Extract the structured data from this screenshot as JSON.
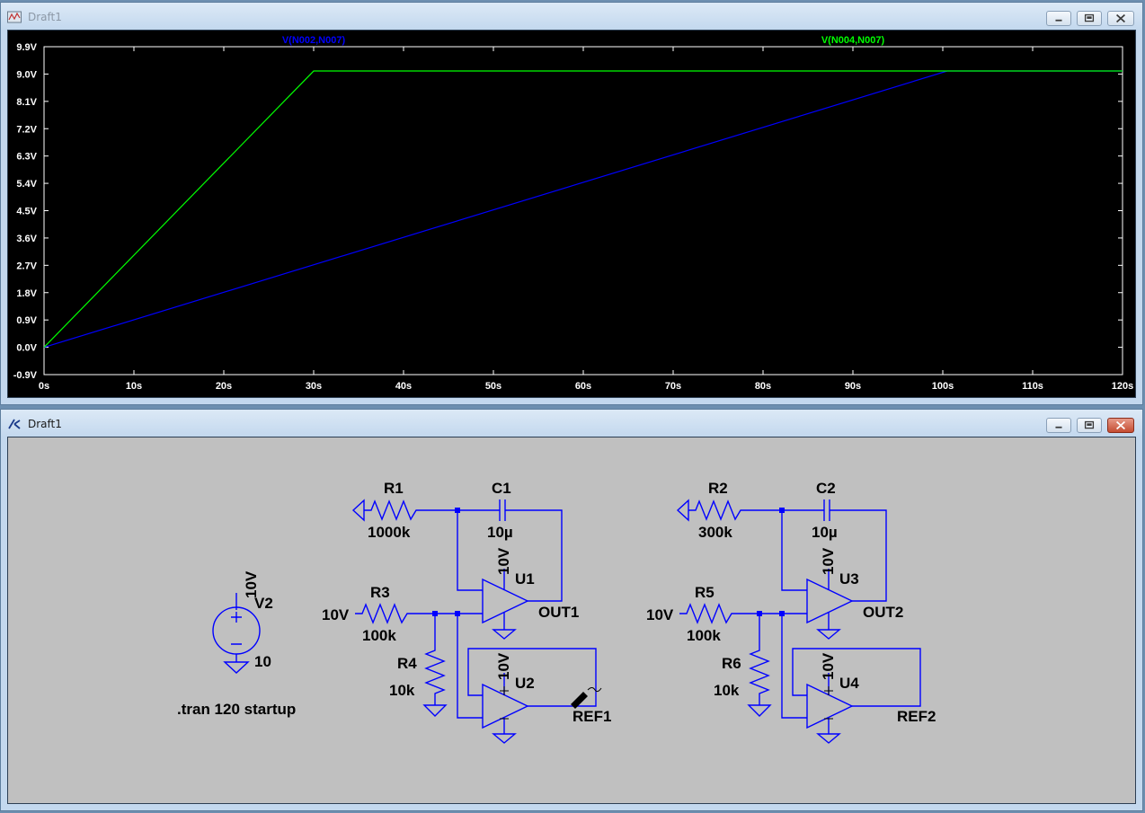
{
  "plot_window": {
    "title": "Draft1",
    "minimize_icon": "minimize-icon",
    "maximize_icon": "restore-icon",
    "close_icon": "close-icon"
  },
  "schematic_window": {
    "title": "Draft1",
    "minimize_icon": "minimize-icon",
    "maximize_icon": "restore-icon",
    "close_icon": "close-icon"
  },
  "colors": {
    "trace_blue": "#0000ff",
    "trace_green": "#00ff00",
    "plot_bg": "#000000",
    "axis_text": "#ffffff",
    "wire": "#0000ff",
    "schematic_bg": "#c0c0c0"
  },
  "chart_data": {
    "type": "line",
    "xlabel": "",
    "ylabel": "",
    "xlim": [
      0,
      120
    ],
    "ylim": [
      -0.9,
      9.9
    ],
    "x_ticks": [
      "0s",
      "10s",
      "20s",
      "30s",
      "40s",
      "50s",
      "60s",
      "70s",
      "80s",
      "90s",
      "100s",
      "110s",
      "120s"
    ],
    "y_ticks": [
      "9.9V",
      "9.0V",
      "8.1V",
      "7.2V",
      "6.3V",
      "5.4V",
      "4.5V",
      "3.6V",
      "2.7V",
      "1.8V",
      "0.9V",
      "0.0V",
      "-0.9V"
    ],
    "series": [
      {
        "name": "V(N002,N007)",
        "color": "#0000ff",
        "x": [
          0,
          100.5,
          120
        ],
        "y": [
          0,
          9.1,
          9.1
        ]
      },
      {
        "name": "V(N004,N007)",
        "color": "#00ff00",
        "x": [
          0,
          30,
          120
        ],
        "y": [
          0,
          9.1,
          9.1
        ]
      }
    ]
  },
  "schematic": {
    "source": {
      "name": "V2",
      "value": "10",
      "net": "10V"
    },
    "directive": ".tran 120 startup",
    "left": {
      "r_in": {
        "name": "R1",
        "value": "1000k"
      },
      "cap": {
        "name": "C1",
        "value": "10µ"
      },
      "r_top": {
        "name": "R3",
        "value": "100k",
        "net": "10V"
      },
      "r_bot": {
        "name": "R4",
        "value": "10k"
      },
      "opamp1": {
        "name": "U1",
        "supply": "10V",
        "out": "OUT1"
      },
      "opamp2": {
        "name": "U2",
        "supply": "10V",
        "out": "REF1"
      }
    },
    "right": {
      "r_in": {
        "name": "R2",
        "value": "300k"
      },
      "cap": {
        "name": "C2",
        "value": "10µ"
      },
      "r_top": {
        "name": "R5",
        "value": "100k",
        "net": "10V"
      },
      "r_bot": {
        "name": "R6",
        "value": "10k"
      },
      "opamp1": {
        "name": "U3",
        "supply": "10V",
        "out": "OUT2"
      },
      "opamp2": {
        "name": "U4",
        "supply": "10V",
        "out": "REF2"
      }
    }
  }
}
